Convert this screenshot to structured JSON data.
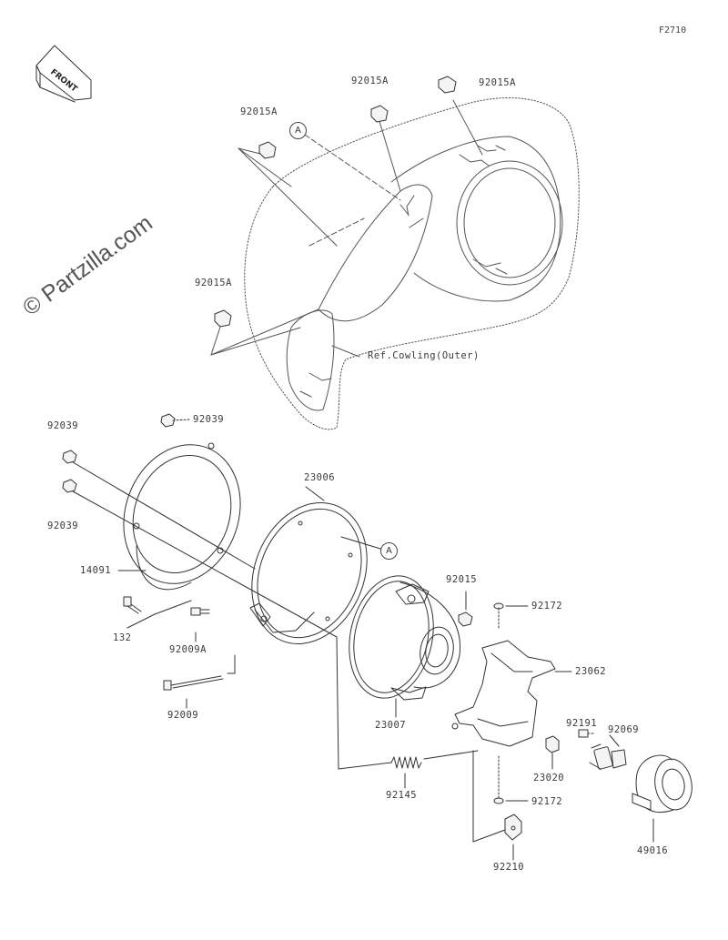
{
  "figure_code": "F2710",
  "watermark": "© Partzilla.com",
  "front_arrow_label": "FRONT",
  "callout_letter": "A",
  "ref_note": "Ref.Cowling(Outer)",
  "part_labels": {
    "p92015A_1": "92015A",
    "p92015A_2": "92015A",
    "p92015A_3": "92015A",
    "p92015A_4": "92015A",
    "p92039_top": "92039",
    "p92039_left": "92039",
    "p92039_low": "92039",
    "p23006": "23006",
    "p14091": "14091",
    "p132": "132",
    "p92009A": "92009A",
    "p92009": "92009",
    "p92015": "92015",
    "p92172_top": "92172",
    "p23062": "23062",
    "p23007": "23007",
    "p92191": "92191",
    "p92069": "92069",
    "p23020": "23020",
    "p92145": "92145",
    "p92172_low": "92172",
    "p92210": "92210",
    "p49016": "49016"
  }
}
